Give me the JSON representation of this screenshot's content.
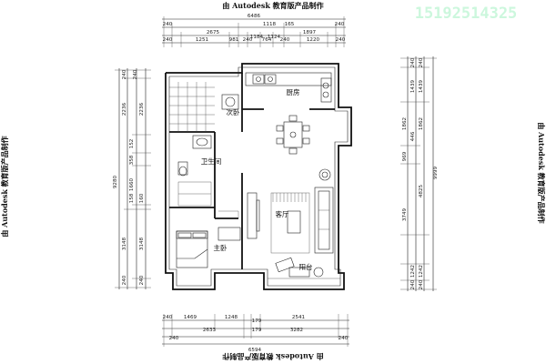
{
  "watermarks": {
    "top": "由 Autodesk 教育版产品制作",
    "bottom": "由 Autodesk 教育版产品制作",
    "left": "由 Autodesk 教育版产品制作",
    "right": "由 Autodesk 教育版产品制作"
  },
  "phone": "15192514325",
  "rooms": {
    "kitchen": "厨房",
    "bedroom2": "次卧",
    "bathroom": "卫生间",
    "living": "客厅",
    "master": "主卧",
    "balcony": "阳台"
  },
  "dims": {
    "top_total": "6486",
    "top_row2": [
      "240",
      "1118",
      "165",
      "240"
    ],
    "top_row3": [
      "2675",
      "1897"
    ],
    "top_row4": [
      "1184",
      "1124"
    ],
    "top_row5": [
      "1251",
      "981",
      "764",
      "1220"
    ],
    "top_small": [
      "240",
      "240",
      "240",
      "240"
    ],
    "bottom_total": "6594",
    "bottom_row1": [
      "1469",
      "1248",
      "2541"
    ],
    "bottom_row2": [
      "2633",
      "3282"
    ],
    "bottom_small": [
      "240",
      "179",
      "179",
      "240"
    ],
    "left_total": "9280",
    "left_a": [
      "240",
      "2236",
      "2236",
      "240"
    ],
    "left_b": [
      "1660",
      "3148",
      "3148"
    ],
    "left_small": [
      "152",
      "358",
      "158",
      "160"
    ],
    "right_total": "9999",
    "right_a": [
      "240",
      "1439",
      "1439"
    ],
    "right_b": [
      "1862",
      "969",
      "4825"
    ],
    "right_c": [
      "3749",
      "1242",
      "1242"
    ],
    "right_small": [
      "240",
      "240",
      "446",
      "240"
    ]
  }
}
